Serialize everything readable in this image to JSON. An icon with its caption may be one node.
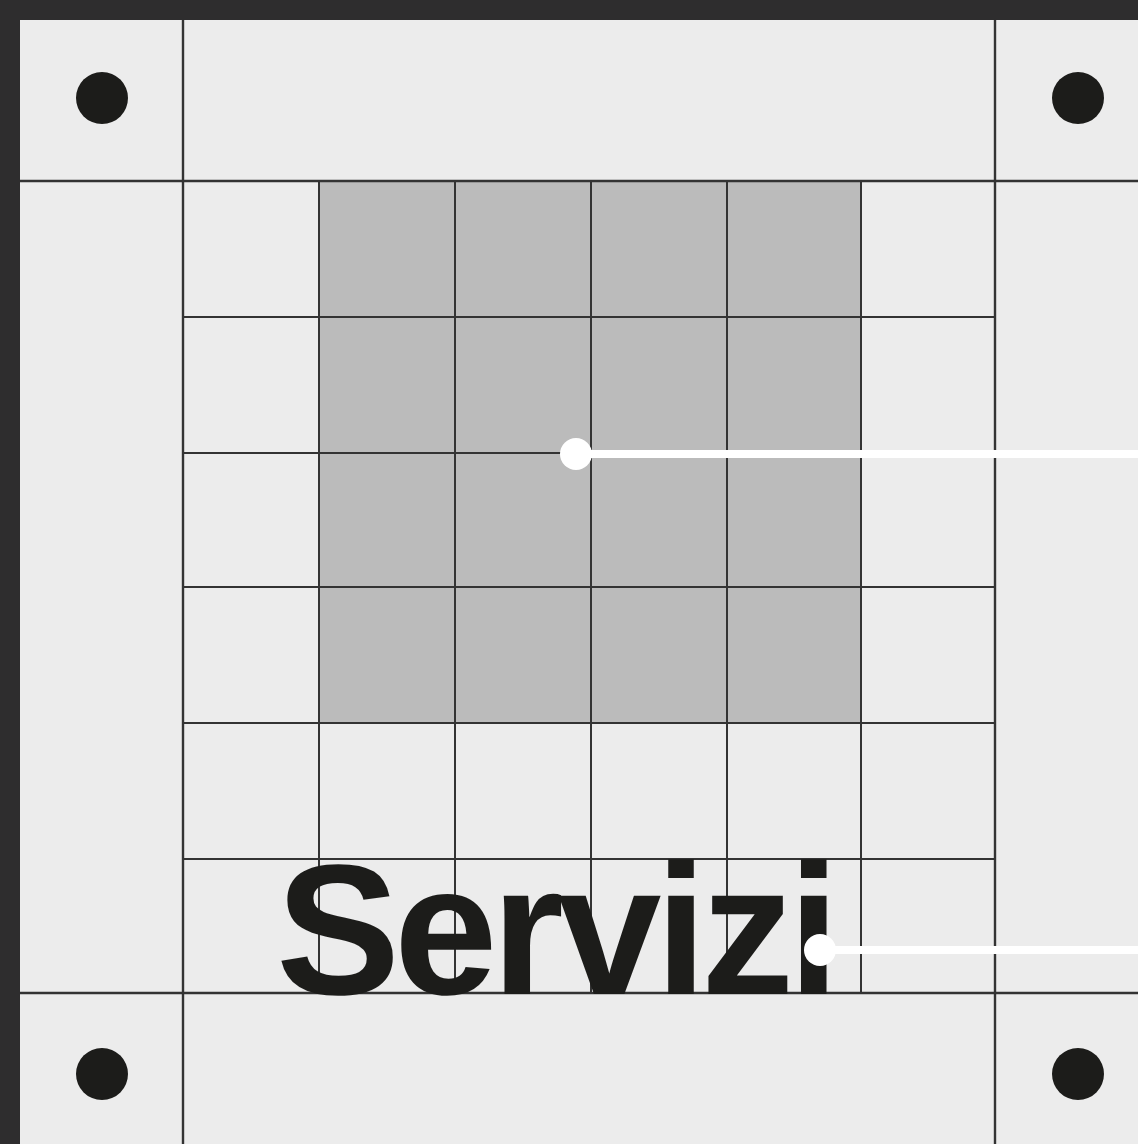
{
  "diagram": {
    "nodes": [
      {
        "text": [],
        "shape": "box"
      },
      {
        "text": [
          "Servizi"
        ]
      }
    ],
    "edges": [
      {
        "from": 0,
        "to": null,
        "arrow": "other",
        "color": "#ffffff"
      },
      {
        "from": 1,
        "to": null,
        "arrow": "other",
        "color": "#ffffff"
      }
    ]
  }
}
